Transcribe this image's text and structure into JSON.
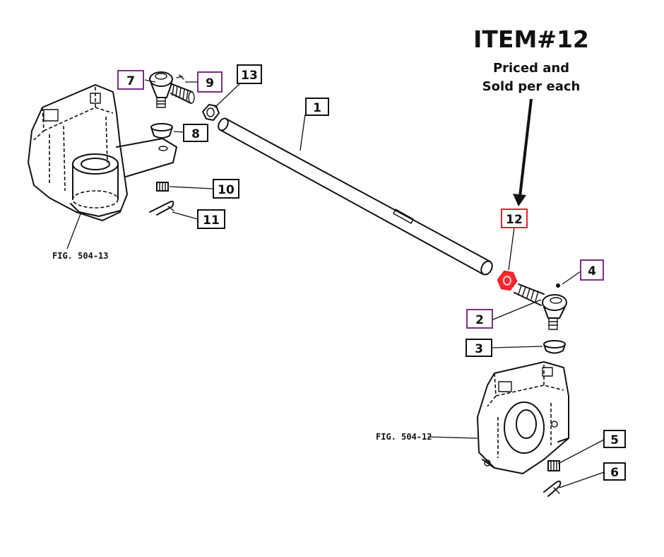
{
  "note": {
    "title": "ITEM#12",
    "line1": "Priced and",
    "line2": "Sold per each"
  },
  "figures": {
    "left": "FIG. 504-13",
    "right": "FIG. 504-12"
  },
  "callouts": [
    {
      "id": "1",
      "style": "plain"
    },
    {
      "id": "2",
      "style": "purple"
    },
    {
      "id": "3",
      "style": "plain"
    },
    {
      "id": "4",
      "style": "purple"
    },
    {
      "id": "5",
      "style": "plain"
    },
    {
      "id": "6",
      "style": "plain"
    },
    {
      "id": "7",
      "style": "purple"
    },
    {
      "id": "8",
      "style": "plain"
    },
    {
      "id": "9",
      "style": "purple"
    },
    {
      "id": "10",
      "style": "plain"
    },
    {
      "id": "11",
      "style": "plain"
    },
    {
      "id": "12",
      "style": "red"
    },
    {
      "id": "13",
      "style": "plain"
    }
  ],
  "colors": {
    "plain": "#111111",
    "purple": "#7a2f84",
    "red": "#e8232a",
    "highlight_fill": "#ff2a33"
  }
}
